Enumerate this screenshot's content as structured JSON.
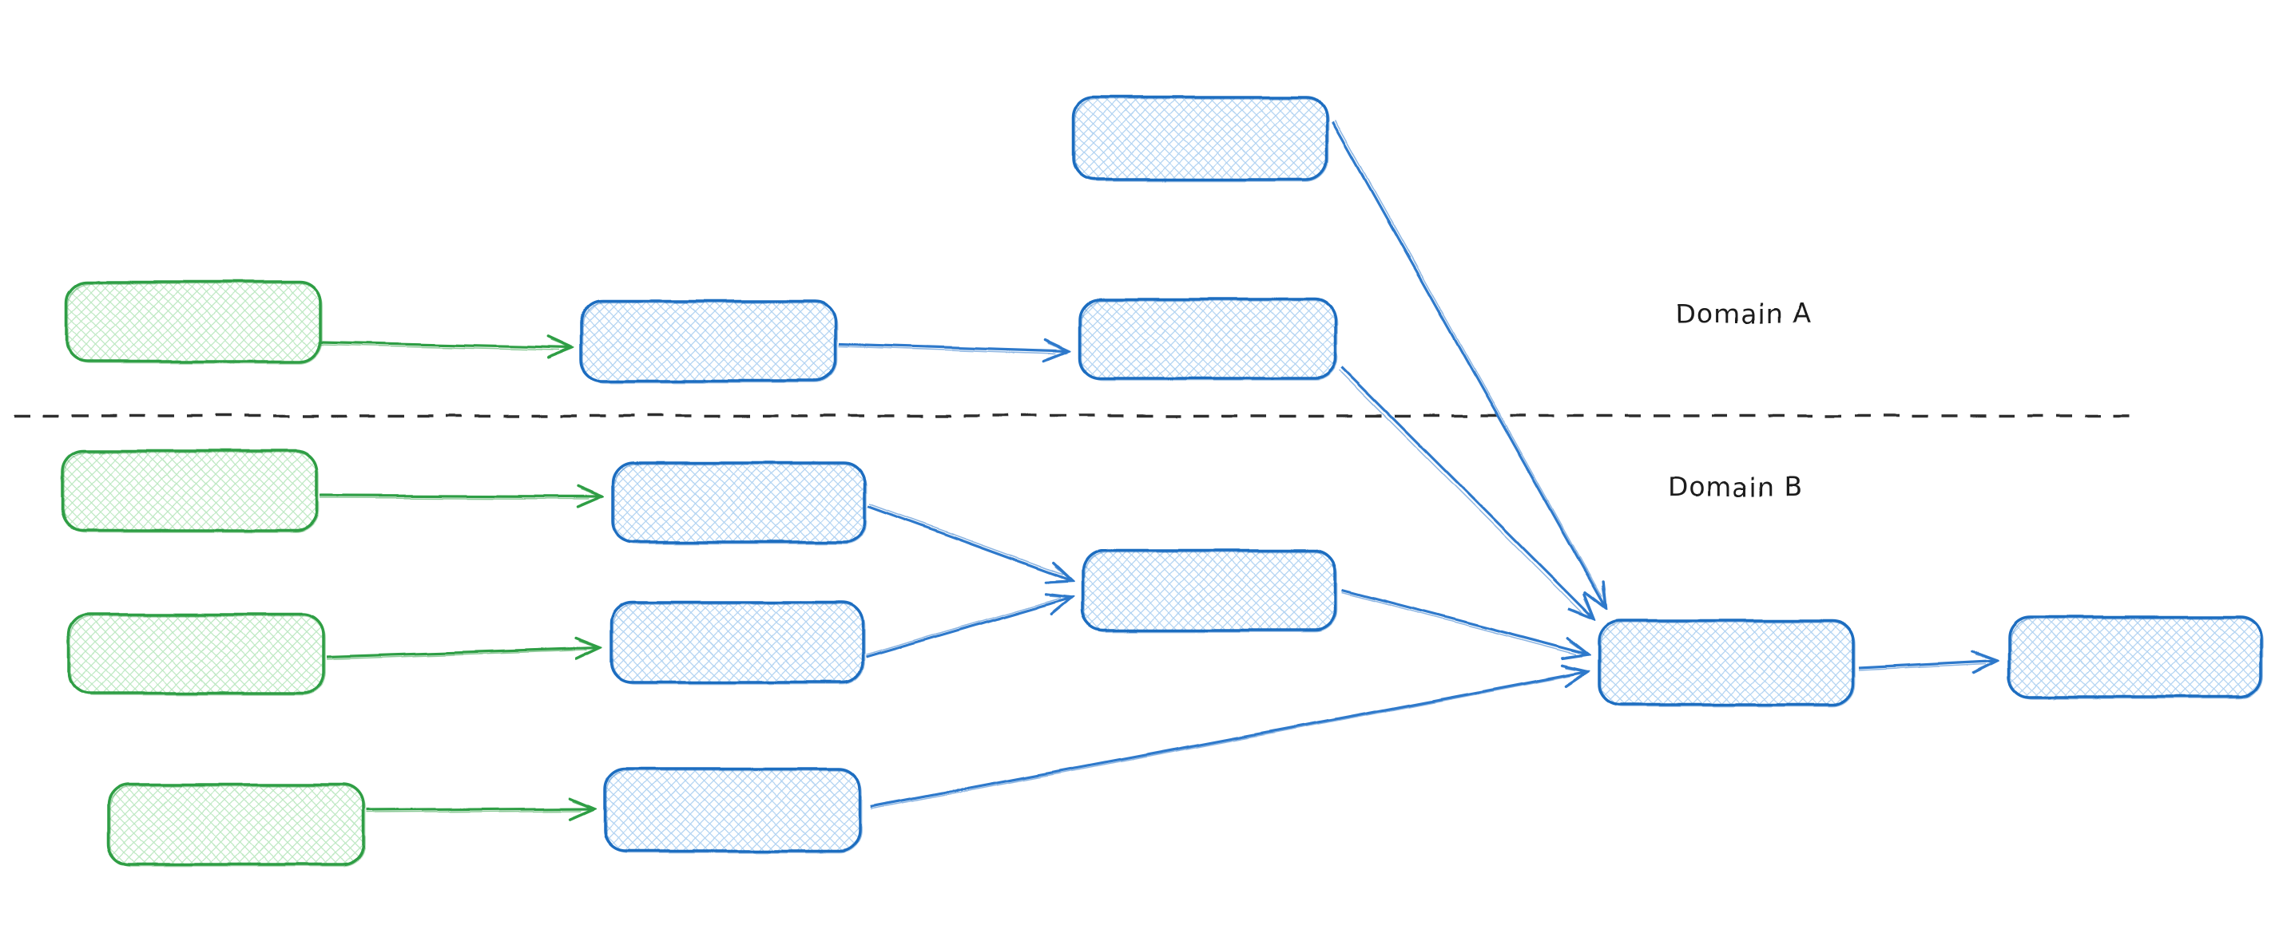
{
  "diagram": {
    "regions": [
      {
        "id": "domain-a",
        "label": "Domain A"
      },
      {
        "id": "domain-b",
        "label": "Domain B"
      }
    ],
    "divider": {
      "style": "dashed",
      "orientation": "horizontal",
      "separates": [
        "domain-a",
        "domain-b"
      ]
    },
    "colors": {
      "green_node_stroke": "#2f9e44",
      "green_node_hatch": "#bfe9c4",
      "blue_node_stroke": "#1d6dc0",
      "blue_node_hatch": "#b3d4f2",
      "blue_arrow": "#2d79cb",
      "green_arrow": "#2f9e44",
      "divider_line": "#2e2e2e",
      "label_text": "#1e1e1e",
      "background": "#ffffff"
    },
    "nodes": [
      {
        "id": "blue-top",
        "color": "blue",
        "region": "domain-a",
        "text": ""
      },
      {
        "id": "green-a",
        "color": "green",
        "region": "domain-a",
        "text": ""
      },
      {
        "id": "blue-a-1",
        "color": "blue",
        "region": "domain-a",
        "text": ""
      },
      {
        "id": "blue-a-2",
        "color": "blue",
        "region": "domain-a",
        "text": ""
      },
      {
        "id": "green-b-1",
        "color": "green",
        "region": "domain-b",
        "text": ""
      },
      {
        "id": "blue-b-1",
        "color": "blue",
        "region": "domain-b",
        "text": ""
      },
      {
        "id": "green-b-2",
        "color": "green",
        "region": "domain-b",
        "text": ""
      },
      {
        "id": "blue-b-2",
        "color": "blue",
        "region": "domain-b",
        "text": ""
      },
      {
        "id": "merge-b",
        "color": "blue",
        "region": "domain-b",
        "text": ""
      },
      {
        "id": "green-b-3",
        "color": "green",
        "region": "domain-b",
        "text": ""
      },
      {
        "id": "blue-b-3",
        "color": "blue",
        "region": "domain-b",
        "text": ""
      },
      {
        "id": "aggregator",
        "color": "blue",
        "region": "domain-b",
        "text": ""
      },
      {
        "id": "output",
        "color": "blue",
        "region": "domain-b",
        "text": ""
      }
    ],
    "edges": [
      {
        "from": "green-a",
        "to": "blue-a-1",
        "color": "green"
      },
      {
        "from": "blue-a-1",
        "to": "blue-a-2",
        "color": "blue"
      },
      {
        "from": "green-b-1",
        "to": "blue-b-1",
        "color": "green"
      },
      {
        "from": "green-b-2",
        "to": "blue-b-2",
        "color": "green"
      },
      {
        "from": "green-b-3",
        "to": "blue-b-3",
        "color": "green"
      },
      {
        "from": "blue-b-1",
        "to": "merge-b",
        "color": "blue"
      },
      {
        "from": "blue-b-2",
        "to": "merge-b",
        "color": "blue"
      },
      {
        "from": "blue-top",
        "to": "aggregator",
        "color": "blue"
      },
      {
        "from": "blue-a-2",
        "to": "aggregator",
        "color": "blue"
      },
      {
        "from": "merge-b",
        "to": "aggregator",
        "color": "blue"
      },
      {
        "from": "blue-b-3",
        "to": "aggregator",
        "color": "blue"
      },
      {
        "from": "aggregator",
        "to": "output",
        "color": "blue"
      }
    ]
  }
}
